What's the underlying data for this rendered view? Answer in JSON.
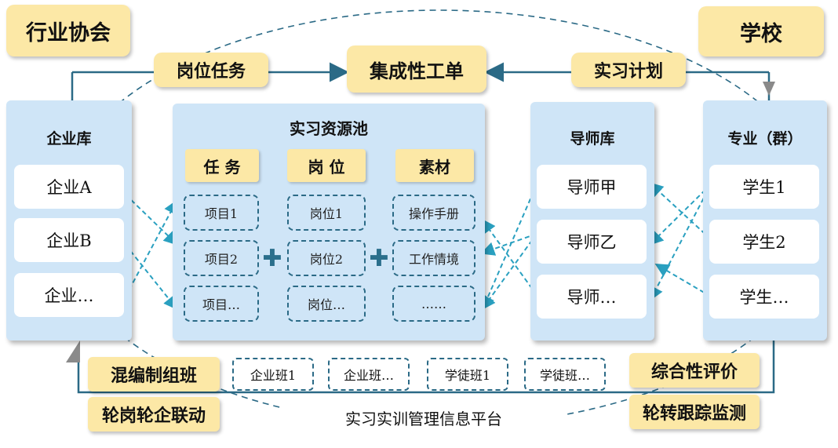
{
  "top": {
    "industry_association": "行业协会",
    "school": "学校",
    "post_tasks": "岗位任务",
    "integrated_worksheet": "集成性工单",
    "internship_plan": "实习计划"
  },
  "enterprise_library": {
    "title": "企业库",
    "items": [
      "企业A",
      "企业B",
      "企业…"
    ]
  },
  "resource_pool": {
    "title": "实习资源池",
    "columns": [
      {
        "header": "任  务",
        "items": [
          "项目1",
          "项目2",
          "项目…"
        ]
      },
      {
        "header": "岗  位",
        "items": [
          "岗位1",
          "岗位2",
          "岗位…"
        ]
      },
      {
        "header": "素材",
        "items": [
          "操作手册",
          "工作情境",
          "……"
        ]
      }
    ]
  },
  "mentor_library": {
    "title": "导师库",
    "items": [
      "导师甲",
      "导师乙",
      "导师…"
    ]
  },
  "major_group": {
    "title": "专业（群）",
    "items": [
      "学生1",
      "学生2",
      "学生…"
    ]
  },
  "bottom": {
    "mixed_class": "混编制组班",
    "rotation_linkage": "轮岗轮企联动",
    "comprehensive_eval": "综合性评价",
    "rotation_tracking": "轮转跟踪监测",
    "classes": [
      "企业班1",
      "企业班…",
      "学徒班1",
      "学徒班…"
    ],
    "platform": "实习实训管理信息平台"
  },
  "colors": {
    "panel": "#cfe5f7",
    "label": "#fce8a6",
    "line": "#2b6a86",
    "dashed_arrow": "#2aa0c0"
  }
}
